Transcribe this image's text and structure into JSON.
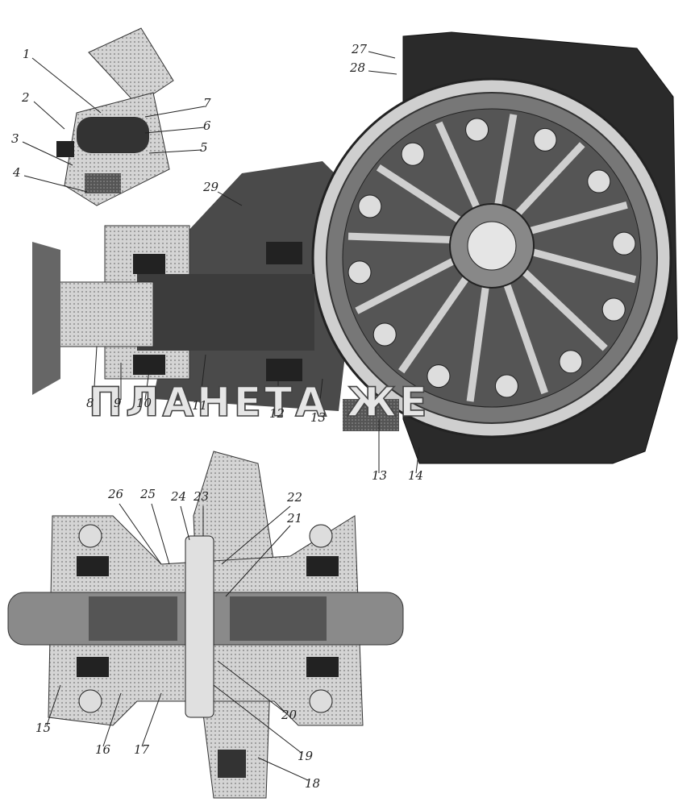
{
  "figure": {
    "callouts": [
      {
        "id": "c1",
        "text": "1"
      },
      {
        "id": "c2",
        "text": "2"
      },
      {
        "id": "c3",
        "text": "3"
      },
      {
        "id": "c4",
        "text": "4"
      },
      {
        "id": "c5",
        "text": "5"
      },
      {
        "id": "c6",
        "text": "6"
      },
      {
        "id": "c7",
        "text": "7"
      },
      {
        "id": "c8",
        "text": "8"
      },
      {
        "id": "c9",
        "text": "9"
      },
      {
        "id": "c10",
        "text": "10"
      },
      {
        "id": "c11",
        "text": "11"
      },
      {
        "id": "c12",
        "text": "12"
      },
      {
        "id": "c13a",
        "text": "13"
      },
      {
        "id": "c13b",
        "text": "13"
      },
      {
        "id": "c14",
        "text": "14"
      },
      {
        "id": "c15",
        "text": "15"
      },
      {
        "id": "c16",
        "text": "16"
      },
      {
        "id": "c17",
        "text": "17"
      },
      {
        "id": "c18",
        "text": "18"
      },
      {
        "id": "c19",
        "text": "19"
      },
      {
        "id": "c20",
        "text": "20"
      },
      {
        "id": "c21",
        "text": "21"
      },
      {
        "id": "c22",
        "text": "22"
      },
      {
        "id": "c23",
        "text": "23"
      },
      {
        "id": "c24",
        "text": "24"
      },
      {
        "id": "c25",
        "text": "25"
      },
      {
        "id": "c26",
        "text": "26"
      },
      {
        "id": "c27",
        "text": "27"
      },
      {
        "id": "c28",
        "text": "28"
      },
      {
        "id": "c29",
        "text": "29"
      }
    ],
    "watermark": "ПЛАНЕТА ЖЕ",
    "colors": {
      "ink": "#1e1e1e",
      "mid": "#6b6b6b",
      "light": "#bdbdbd"
    }
  }
}
